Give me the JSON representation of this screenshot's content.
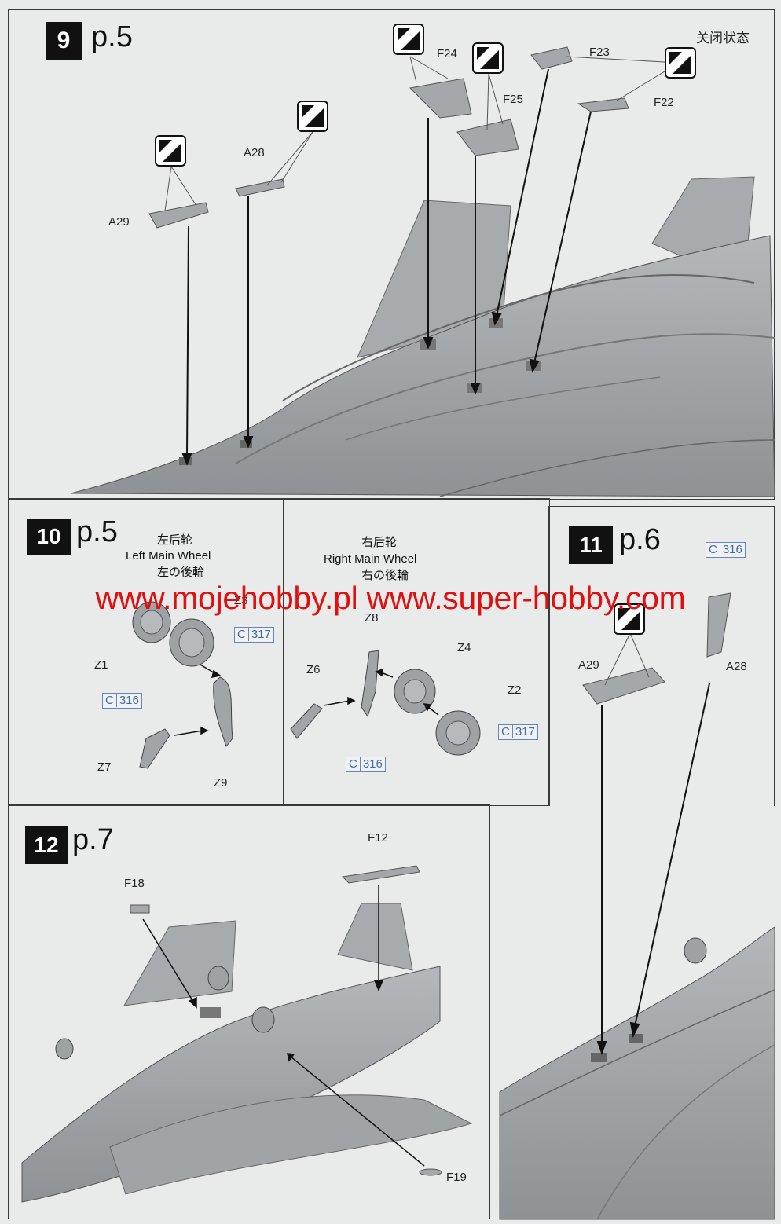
{
  "colors": {
    "paper": "#e9ebea",
    "part_gray": "#9fa3a5",
    "watermark": "#e01010",
    "ref_blue": "#4a6a9a"
  },
  "step9": {
    "number": "9",
    "page": "p.5",
    "state_note": "关闭状态",
    "parts": [
      "F24",
      "F23",
      "F25",
      "F22",
      "A28",
      "A29"
    ]
  },
  "step10": {
    "number": "10",
    "page": "p.5",
    "left_caption": {
      "cn": "左后轮",
      "en": "Left Main Wheel",
      "jp": "左の後輪"
    },
    "right_caption": {
      "cn": "右后轮",
      "en": "Right Main Wheel",
      "jp": "右の後輪"
    },
    "left_parts": [
      "Z3",
      "Z1",
      "Z7",
      "Z9"
    ],
    "right_parts": [
      "Z8",
      "Z4",
      "Z6",
      "Z2"
    ],
    "color_ref_c": "C",
    "color_refs": [
      "317",
      "316",
      "316",
      "317"
    ]
  },
  "step11": {
    "number": "11",
    "page": "p.6",
    "parts": [
      "A29",
      "A28"
    ],
    "color_ref": "316"
  },
  "step12": {
    "number": "12",
    "page": "p.7",
    "parts": [
      "F12",
      "F18",
      "F19"
    ]
  },
  "watermark": "www.mojehobby.pl www.super-hobby.com",
  "icons": [
    "close-state-icon",
    "close-state-icon",
    "close-state-icon",
    "close-state-icon",
    "close-state-icon",
    "close-state-icon"
  ]
}
